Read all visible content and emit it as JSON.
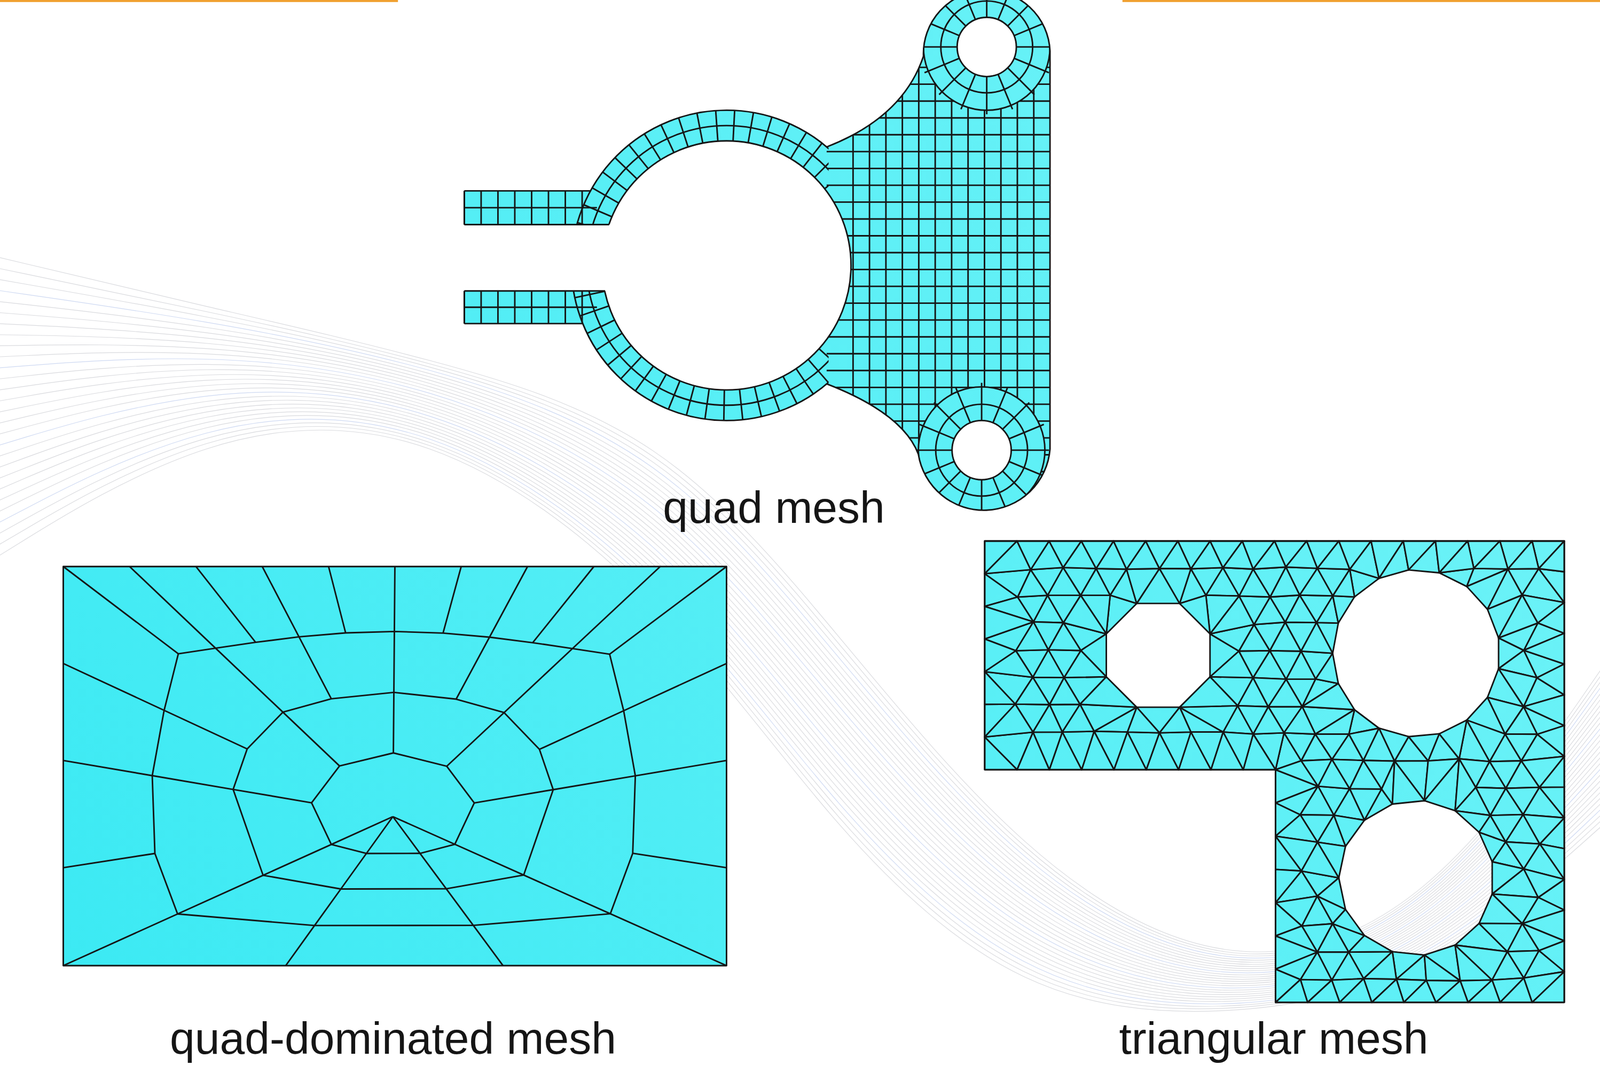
{
  "diagram": {
    "labels": [
      "quad mesh",
      "quad-dominated mesh",
      "triangular mesh"
    ]
  }
}
